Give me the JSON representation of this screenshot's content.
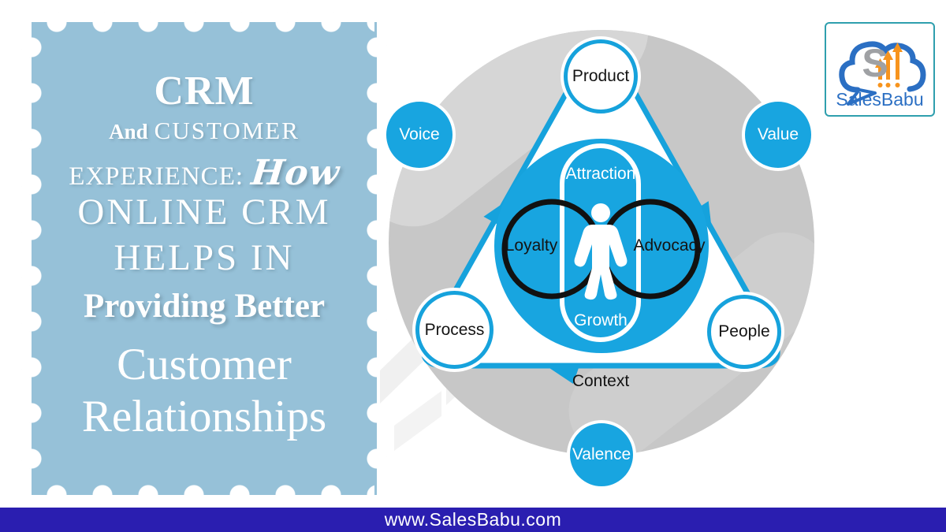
{
  "title_card": {
    "line1": "CRM",
    "line2_lead": "And",
    "line2_main": "CUSTOMER",
    "line3_main": "EXPERIENCE:",
    "line3_script": "How",
    "line4": "ONLINE CRM",
    "line5": "HELPS IN",
    "line6": "Providing Better",
    "line7": "Customer",
    "line8": "Relationships"
  },
  "diagram": {
    "outer_nodes": {
      "product": "Product",
      "voice": "Voice",
      "value": "Value",
      "process": "Process",
      "people": "People",
      "valence": "Valence",
      "context": "Context"
    },
    "inner_labels": {
      "attraction": "Attraction",
      "growth": "Growth",
      "loyalty": "Loyalty",
      "advocacy": "Advocacy"
    }
  },
  "logo": {
    "brand": "SalesBabu",
    "monogram": "S"
  },
  "footer": {
    "url": "www.SalesBabu.com"
  },
  "colors": {
    "stamp_blue": "#96c1d8",
    "teal_text": "#1e5b7c",
    "diagram_blue": "#18a5e0",
    "triangle_stroke": "#16a2dc",
    "gray_circle": "#c7c7c7",
    "footer_blue": "#2a1eb0",
    "logo_border": "#2f9fae",
    "logo_blue": "#2b6fc3",
    "logo_orange": "#f7941d",
    "infinity_black": "#111111"
  }
}
